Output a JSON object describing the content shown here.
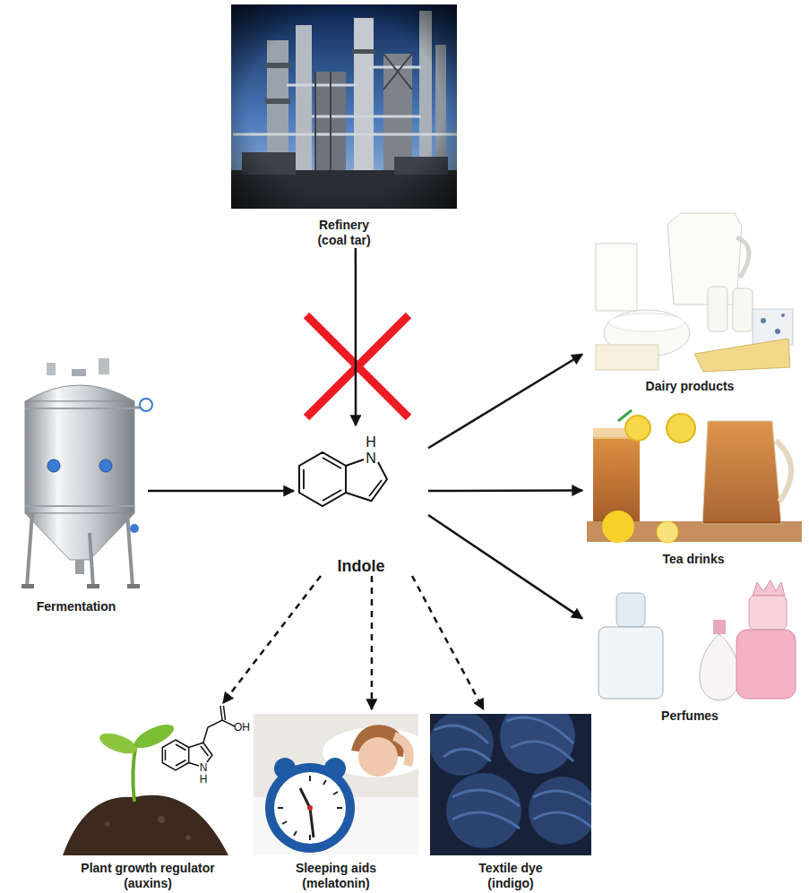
{
  "diagram": {
    "nodes": [
      {
        "text": [
          "Refinery (coal tar)"
        ]
      },
      {
        "text": [
          "Fermentation"
        ]
      },
      {
        "text": [
          "Indole"
        ]
      },
      {
        "text": [
          "Dairy products"
        ]
      },
      {
        "text": [
          "Tea drinks"
        ]
      },
      {
        "text": [
          "Perfumes"
        ]
      },
      {
        "text": [
          "Plant growth regulator (auxins)"
        ]
      },
      {
        "text": [
          "Sleeping aids (melatonin)"
        ]
      },
      {
        "text": [
          "Textile dye (indigo)"
        ]
      }
    ],
    "edges": [
      {
        "from": 0,
        "to": 2,
        "arrow": "to"
      },
      {
        "from": 1,
        "to": 2,
        "arrow": "to"
      },
      {
        "from": 2,
        "to": 3,
        "arrow": "to"
      },
      {
        "from": 2,
        "to": 4,
        "arrow": "to"
      },
      {
        "from": 2,
        "to": 5,
        "arrow": "to"
      },
      {
        "from": 2,
        "to": 6,
        "arrow": "to"
      },
      {
        "from": 2,
        "to": 7,
        "arrow": "to"
      },
      {
        "from": 2,
        "to": 8,
        "arrow": "to"
      }
    ],
    "labels": [
      "N",
      "H",
      "OH",
      "N",
      "H"
    ]
  }
}
